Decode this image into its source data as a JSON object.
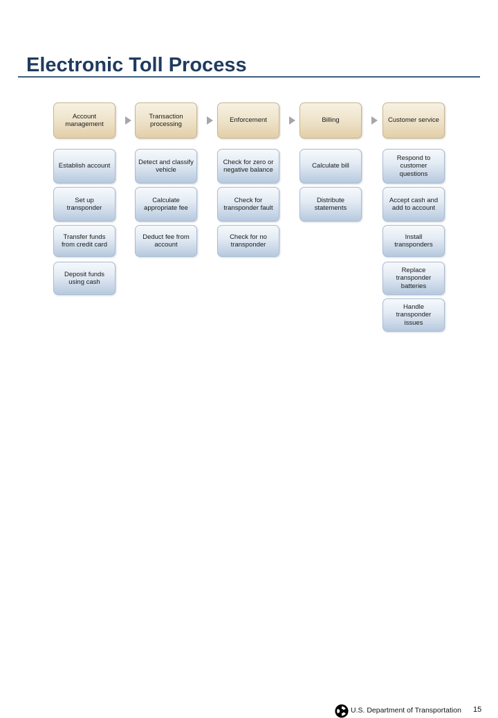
{
  "slide": {
    "title": "Electronic Toll Process",
    "accent_color": "#1f3b5e",
    "rule_color": "#3c5d80"
  },
  "diagram": {
    "type": "process-matrix",
    "header_row_color": "#e2cfa8",
    "task_box_color": "#b7c9de",
    "arrow_color": "#a6a6a6",
    "columns": [
      {
        "header": "Account management",
        "items": [
          "Establish account",
          "Set up transponder",
          "Transfer funds from credit card",
          "Deposit funds using cash"
        ]
      },
      {
        "header": "Transaction processing",
        "items": [
          "Detect and classify vehicle",
          "Calculate appropriate fee",
          "Deduct fee from account"
        ]
      },
      {
        "header": "Enforcement",
        "items": [
          "Check for zero or negative balance",
          "Check for transponder fault",
          "Check for no transponder"
        ]
      },
      {
        "header": "Billing",
        "items": [
          "Calculate bill",
          "Distribute statements"
        ]
      },
      {
        "header": "Customer service",
        "items": [
          "Respond to customer questions",
          "Accept cash and add to account",
          "Install transponders",
          "Replace transponder batteries",
          "Handle transponder issues"
        ]
      }
    ]
  },
  "footer": {
    "logo_name": "dot-triskelion-logo",
    "agency": "U.S. Department of Transportation",
    "page_number": "15"
  }
}
